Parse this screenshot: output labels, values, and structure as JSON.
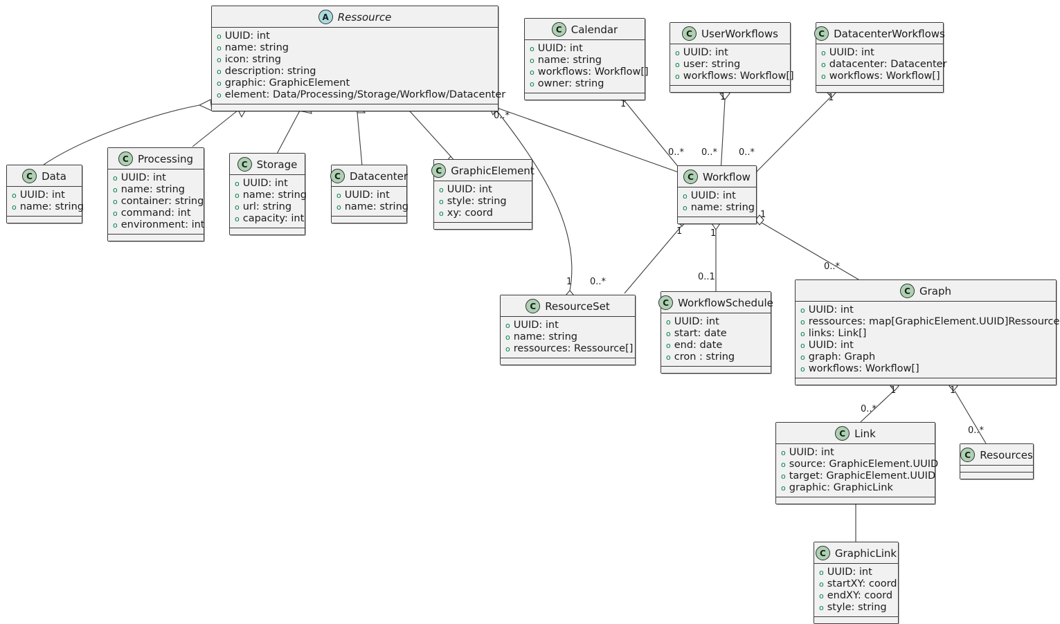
{
  "diagram": {
    "kind": "uml-class-diagram",
    "visibility_marker": "o",
    "colors": {
      "class_fill": "#F1F1F1",
      "class_border": "#3A3A3A",
      "class_stereotype_fill": "#ADD1B2",
      "abstract_stereotype_fill": "#A9DCDF",
      "attribute_visibility": "#038048",
      "edge": "#3A3A3A",
      "text": "#1B1B1B"
    },
    "classes": [
      {
        "id": "ressource",
        "name": "Ressource",
        "stereotype": "A",
        "abstract": true,
        "attributes": [
          "UUID: int",
          "name: string",
          "icon: string",
          "description: string",
          "graphic: GraphicElement",
          "element: Data/Processing/Storage/Workflow/Datacenter"
        ]
      },
      {
        "id": "calendar",
        "name": "Calendar",
        "stereotype": "C",
        "abstract": false,
        "attributes": [
          "UUID: int",
          "name: string",
          "workflows: Workflow[]",
          "owner: string"
        ]
      },
      {
        "id": "userworkflows",
        "name": "UserWorkflows",
        "stereotype": "C",
        "abstract": false,
        "attributes": [
          "UUID: int",
          "user: string",
          "workflows: Workflow[]"
        ]
      },
      {
        "id": "datacenterworkflows",
        "name": "DatacenterWorkflows",
        "stereotype": "C",
        "abstract": false,
        "attributes": [
          "UUID: int",
          "datacenter: Datacenter",
          "workflows: Workflow[]"
        ]
      },
      {
        "id": "data",
        "name": "Data",
        "stereotype": "C",
        "abstract": false,
        "attributes": [
          "UUID: int",
          "name: string"
        ]
      },
      {
        "id": "processing",
        "name": "Processing",
        "stereotype": "C",
        "abstract": false,
        "attributes": [
          "UUID: int",
          "name: string",
          "container: string",
          "command: int",
          "environment: int"
        ]
      },
      {
        "id": "storage",
        "name": "Storage",
        "stereotype": "C",
        "abstract": false,
        "attributes": [
          "UUID: int",
          "name: string",
          "url: string",
          "capacity: int"
        ]
      },
      {
        "id": "datacenter",
        "name": "Datacenter",
        "stereotype": "C",
        "abstract": false,
        "attributes": [
          "UUID: int",
          "name: string"
        ]
      },
      {
        "id": "graphicelement",
        "name": "GraphicElement",
        "stereotype": "C",
        "abstract": false,
        "attributes": [
          "UUID: int",
          "style: string",
          "xy: coord"
        ]
      },
      {
        "id": "workflow",
        "name": "Workflow",
        "stereotype": "C",
        "abstract": false,
        "attributes": [
          "UUID: int",
          "name: string"
        ]
      },
      {
        "id": "resourceset",
        "name": "ResourceSet",
        "stereotype": "C",
        "abstract": false,
        "attributes": [
          "UUID: int",
          "name: string",
          "ressources: Ressource[]"
        ]
      },
      {
        "id": "workflowschedule",
        "name": "WorkflowSchedule",
        "stereotype": "C",
        "abstract": false,
        "attributes": [
          "UUID: int",
          "start: date",
          "end: date",
          "cron : string"
        ]
      },
      {
        "id": "graph",
        "name": "Graph",
        "stereotype": "C",
        "abstract": false,
        "attributes": [
          "UUID: int",
          "ressources: map[GraphicElement.UUID]Ressource",
          "links: Link[]",
          "UUID: int",
          "graph: Graph",
          "workflows: Workflow[]"
        ]
      },
      {
        "id": "link",
        "name": "Link",
        "stereotype": "C",
        "abstract": false,
        "attributes": [
          "UUID: int",
          "source: GraphicElement.UUID",
          "target: GraphicElement.UUID",
          "graphic: GraphicLink"
        ]
      },
      {
        "id": "resources",
        "name": "Resources",
        "stereotype": "C",
        "abstract": false,
        "attributes": []
      },
      {
        "id": "graphiclink",
        "name": "GraphicLink",
        "stereotype": "C",
        "abstract": false,
        "attributes": [
          "UUID: int",
          "startXY: coord",
          "endXY: coord",
          "style: string"
        ]
      }
    ],
    "multiplicities": [
      {
        "id": "m-calendar-1",
        "label": "1"
      },
      {
        "id": "m-userworkflows-1",
        "label": "1"
      },
      {
        "id": "m-datacenterworkflows-1",
        "label": "1"
      },
      {
        "id": "m-ressource-graphicelement",
        "label": "0..*"
      },
      {
        "id": "m-workflow-calendar",
        "label": "0..*"
      },
      {
        "id": "m-workflow-user",
        "label": "0..*"
      },
      {
        "id": "m-workflow-datacenter",
        "label": "0..*"
      },
      {
        "id": "m-resourceset-1",
        "label": "1"
      },
      {
        "id": "m-ressource-resourceset",
        "label": "1"
      },
      {
        "id": "m-resourceset-workflow",
        "label": "0..*"
      },
      {
        "id": "m-workflow-schedule-1",
        "label": "1"
      },
      {
        "id": "m-schedule-01",
        "label": "0..1"
      },
      {
        "id": "m-workflow-graph-1",
        "label": "1"
      },
      {
        "id": "m-graph-workflow",
        "label": "0..*"
      },
      {
        "id": "m-graph-link-1",
        "label": "1"
      },
      {
        "id": "m-link-graph",
        "label": "0..*"
      },
      {
        "id": "m-graph-resources-1",
        "label": "1"
      },
      {
        "id": "m-resources-graph",
        "label": "0..*"
      }
    ]
  }
}
